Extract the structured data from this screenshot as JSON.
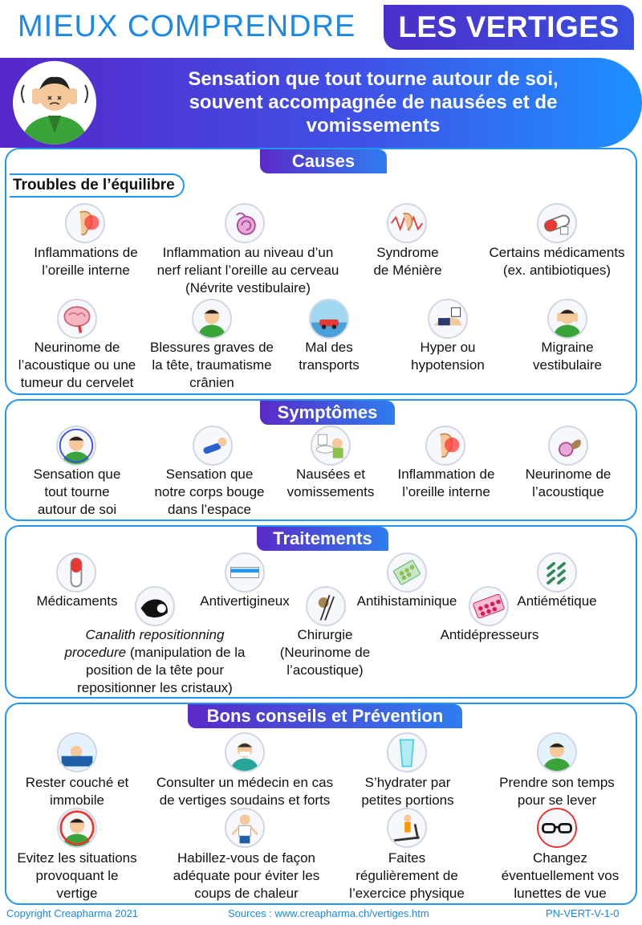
{
  "header": {
    "title_part1": "MIEUX COMPRENDRE",
    "title_part2": "LES VERTIGES"
  },
  "hero": {
    "line1": "Sensation que tout tourne autour de soi,",
    "line2": "souvent accompagnée de nausées et de",
    "line3": "vomissements"
  },
  "causes": {
    "title": "Causes",
    "subtitle": "Troubles de l’équilibre",
    "items": [
      {
        "l1": "Inflammations de",
        "l2": "l’oreille interne",
        "l3": ""
      },
      {
        "l1": "Inflammation au niveau d’un",
        "l2": "nerf reliant l’oreille au cerveau",
        "l3": "(Névrite vestibulaire)"
      },
      {
        "l1": "Syndrome",
        "l2": "de Ménière",
        "l3": ""
      },
      {
        "l1": "Certains médicaments",
        "l2": "(ex. antibiotiques)",
        "l3": ""
      },
      {
        "l1": "Neurinome de",
        "l2": "l’acoustique ou une",
        "l3": "tumeur du cervelet"
      },
      {
        "l1": "Blessures graves de",
        "l2": "la tête, traumatisme",
        "l3": "crânien"
      },
      {
        "l1": "Mal des",
        "l2": "transports",
        "l3": ""
      },
      {
        "l1": "Hyper ou",
        "l2": "hypotension",
        "l3": ""
      },
      {
        "l1": "Migraine",
        "l2": "vestibulaire",
        "l3": ""
      }
    ]
  },
  "symptoms": {
    "title": "Symptômes",
    "items": [
      {
        "l1": "Sensation que",
        "l2": "tout tourne",
        "l3": "autour de soi"
      },
      {
        "l1": "Sensation que",
        "l2": "notre corps bouge",
        "l3": "dans l’espace"
      },
      {
        "l1": "Nausées et",
        "l2": "vomissements",
        "l3": ""
      },
      {
        "l1": "Inflammation de",
        "l2": "l’oreille interne",
        "l3": ""
      },
      {
        "l1": "Neurinome de",
        "l2": "l’acoustique",
        "l3": ""
      }
    ]
  },
  "treatments": {
    "title": "Traitements",
    "items": {
      "medicaments": "Médicaments",
      "antivertigineux": "Antivertigineux",
      "antihistaminique": "Antihistaminique",
      "antiemetique": "Antiémétique",
      "antidepresseurs": "Antidépresseurs",
      "canalith_italic": "Canalith repositionning",
      "canalith_italic2": "procedure",
      "canalith_rest1": " (manipulation de la",
      "canalith_rest2": "position de la tête pour",
      "canalith_rest3": "repositionner les cristaux)",
      "chirurgie1": "Chirurgie",
      "chirurgie2": "(Neurinome de",
      "chirurgie3": "l’acoustique)"
    }
  },
  "advice": {
    "title": "Bons conseils et Prévention",
    "items": [
      {
        "l1": "Rester couché et",
        "l2": "immobile",
        "l3": ""
      },
      {
        "l1": "Consulter un médecin en cas",
        "l2": "de vertiges soudains et forts",
        "l3": ""
      },
      {
        "l1": "S’hydrater par",
        "l2": "petites portions",
        "l3": ""
      },
      {
        "l1": "Prendre son temps",
        "l2": "pour se lever",
        "l3": ""
      },
      {
        "l1": "Evitez les situations",
        "l2": "provoquant le",
        "l3": "vertige"
      },
      {
        "l1": "Habillez-vous de façon",
        "l2": "adéquate pour éviter les",
        "l3": "coups de chaleur"
      },
      {
        "l1": "Faites",
        "l2": "régulièrement de",
        "l3": "l’exercice physique"
      },
      {
        "l1": "Changez",
        "l2": "éventuellement vos",
        "l3": "lunettes de vue"
      }
    ]
  },
  "footer": {
    "copyright": "Copyright Creapharma 2021",
    "sources": "Sources : www.creapharma.ch/vertiges.htm",
    "code": "PN-VERT-V-1-0"
  },
  "colors": {
    "accent": "#2196f3",
    "title_blue": "#1e88e5",
    "purple": "#5627c9",
    "pill_start": "#5a2ac8",
    "pill_end": "#2f7df0"
  },
  "icons": [
    "dizzy-man-icon",
    "ear-inflammation-icon",
    "cochlea-icon",
    "ear-sound-wave-icon",
    "pill-capsule-icon",
    "brain-icon",
    "injured-man-icon",
    "car-boat-icon",
    "blood-pressure-icon",
    "migraine-man-icon",
    "lying-man-icon",
    "toilet-icon",
    "nerve-icon",
    "capsule-icon",
    "medicine-box-icon",
    "blister-pack-icon",
    "tablets-icon",
    "pink-pills-icon",
    "head-manipulation-icon",
    "surgery-icon",
    "bed-icon",
    "doctor-icon",
    "water-glass-icon",
    "standing-up-icon",
    "warning-man-icon",
    "dressed-man-icon",
    "treadmill-icon",
    "glasses-icon"
  ]
}
